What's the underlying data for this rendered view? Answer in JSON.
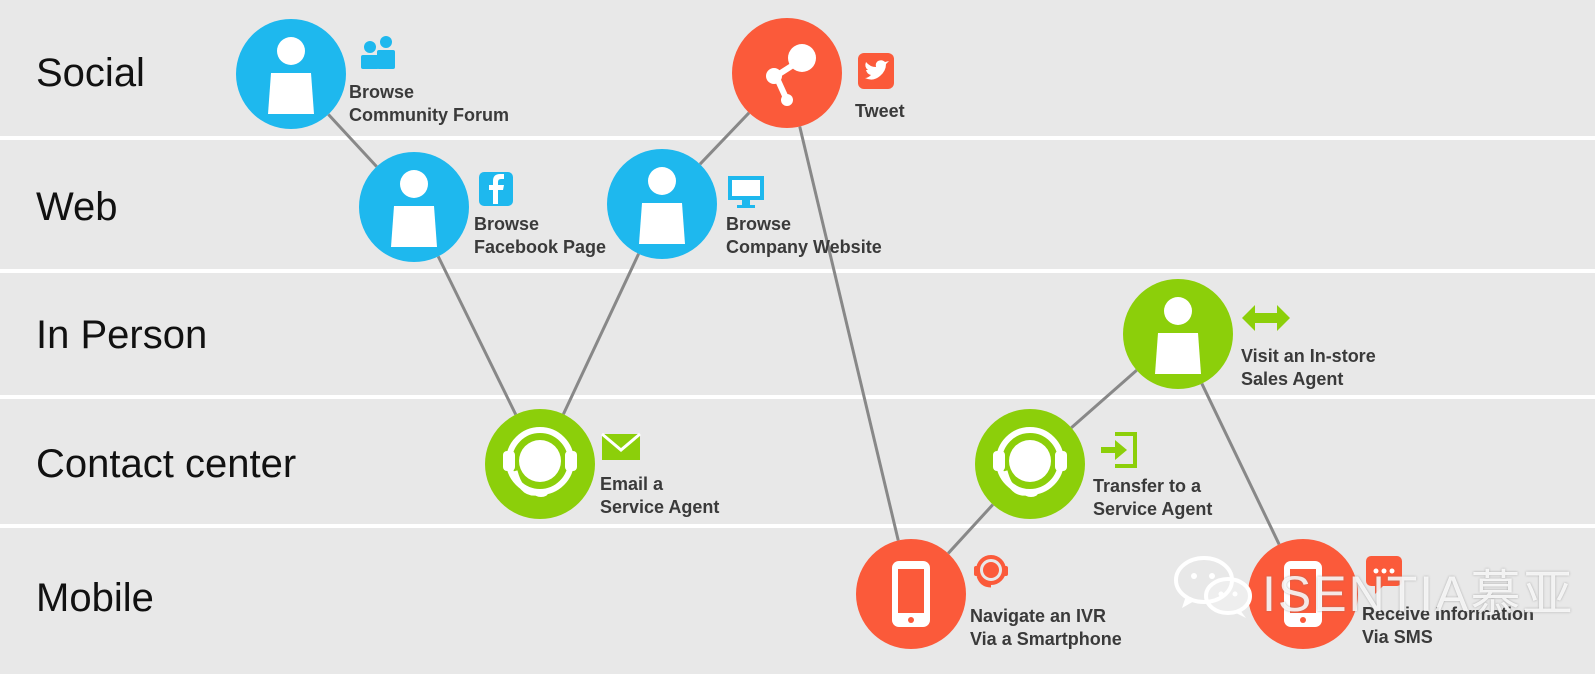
{
  "colors": {
    "lane_bg": "#e8e8e8",
    "lane_gap": "#ffffff",
    "blue": "#1eb8ee",
    "green": "#8ccf0a",
    "orange": "#fb5a3a",
    "connector": "#888888",
    "label": "#3a3a3a"
  },
  "lanes": [
    {
      "id": "social",
      "label": "Social"
    },
    {
      "id": "web",
      "label": "Web"
    },
    {
      "id": "in_person",
      "label": "In Person"
    },
    {
      "id": "contact_center",
      "label": "Contact center"
    },
    {
      "id": "mobile",
      "label": "Mobile"
    }
  ],
  "steps": [
    {
      "id": "forum",
      "lane": "social",
      "node_color": "blue",
      "node_icon": "person-icon",
      "badge_icon": "group-icon",
      "line1": "Browse",
      "line2": "Community Forum"
    },
    {
      "id": "facebook",
      "lane": "web",
      "node_color": "blue",
      "node_icon": "person-icon",
      "badge_icon": "facebook-icon",
      "line1": "Browse",
      "line2": "Facebook Page"
    },
    {
      "id": "email",
      "lane": "contact_center",
      "node_color": "green",
      "node_icon": "headset-icon",
      "badge_icon": "envelope-icon",
      "line1": "Email a",
      "line2": "Service Agent"
    },
    {
      "id": "website",
      "lane": "web",
      "node_color": "blue",
      "node_icon": "person-icon",
      "badge_icon": "monitor-icon",
      "line1": "Browse",
      "line2": "Company Website"
    },
    {
      "id": "tweet",
      "lane": "social",
      "node_color": "orange",
      "node_icon": "share-icon",
      "badge_icon": "twitter-icon",
      "line1": "Tweet",
      "line2": ""
    },
    {
      "id": "ivr",
      "lane": "mobile",
      "node_color": "orange",
      "node_icon": "smartphone-icon",
      "badge_icon": "headset-icon",
      "line1": "Navigate an IVR",
      "line2": "Via a Smartphone"
    },
    {
      "id": "transfer",
      "lane": "contact_center",
      "node_color": "green",
      "node_icon": "headset-icon",
      "badge_icon": "transfer-icon",
      "line1": "Transfer to a",
      "line2": "Service Agent"
    },
    {
      "id": "instore",
      "lane": "in_person",
      "node_color": "green",
      "node_icon": "person-icon",
      "badge_icon": "double-arrow-icon",
      "line1": "Visit an In-store",
      "line2": "Sales Agent"
    },
    {
      "id": "sms",
      "lane": "mobile",
      "node_color": "orange",
      "node_icon": "smartphone-icon",
      "badge_icon": "chat-icon",
      "line1": "Receive Information",
      "line2": "Via SMS"
    }
  ],
  "watermark": {
    "text": "ISENTIA慕亚",
    "icon": "wechat-icon"
  }
}
